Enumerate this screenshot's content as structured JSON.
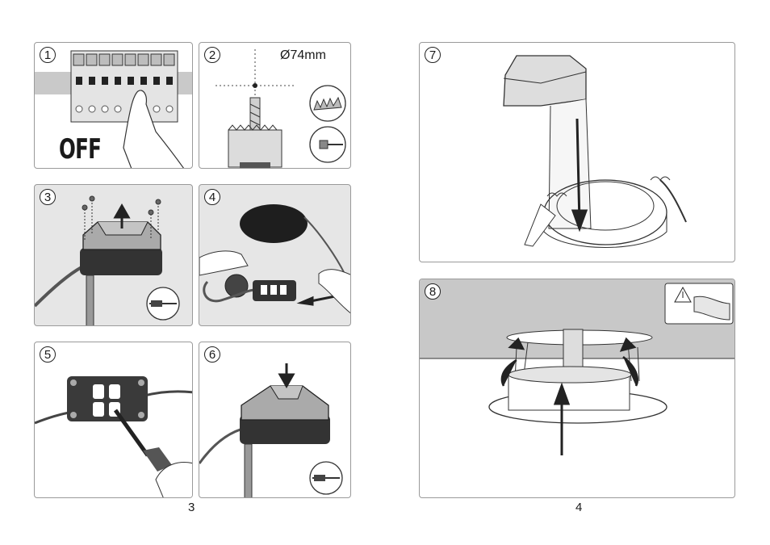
{
  "steps": [
    {
      "number": "1",
      "text": "OFF"
    },
    {
      "number": "2",
      "text": "Ø74mm"
    },
    {
      "number": "3"
    },
    {
      "number": "4"
    },
    {
      "number": "5"
    },
    {
      "number": "6"
    },
    {
      "number": "7"
    },
    {
      "number": "8"
    }
  ],
  "pages": {
    "left": "3",
    "right": "4"
  }
}
